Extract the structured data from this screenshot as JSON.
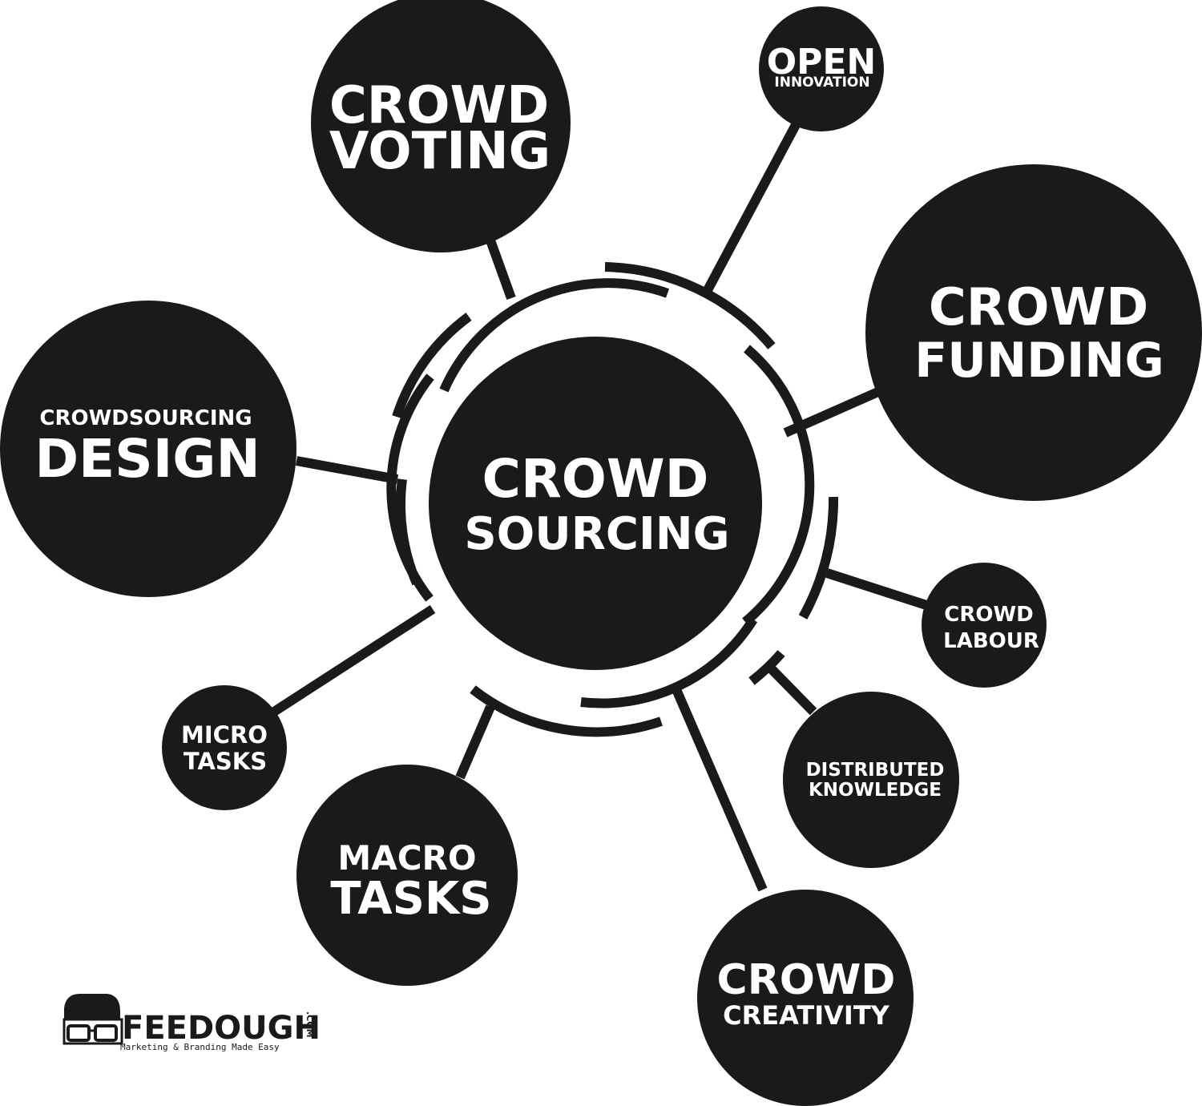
{
  "diagram": {
    "center": {
      "line1": "CROWD",
      "line2": "SOURCING"
    },
    "nodes": {
      "crowd_voting": {
        "line1": "CROWD",
        "line2": "VOTING"
      },
      "open_innovation": {
        "line1": "OPEN",
        "line2": "INNOVATION"
      },
      "crowd_funding": {
        "line1": "CROWD",
        "line2": "FUNDING"
      },
      "crowdsourcing_design": {
        "line1": "CROWDSOURCING",
        "line2": "DESIGN"
      },
      "crowd_labour": {
        "line1": "CROWD",
        "line2": "LABOUR"
      },
      "distributed_knowledge": {
        "line1": "DISTRIBUTED",
        "line2": "KNOWLEDGE"
      },
      "micro_tasks": {
        "line1": "MICRO",
        "line2": "TASKS"
      },
      "macro_tasks": {
        "line1": "MACRO",
        "line2": "TASKS"
      },
      "crowd_creativity": {
        "line1": "CROWD",
        "line2": "CREATIVITY"
      }
    }
  },
  "logo": {
    "name": "FEEDOUGH",
    "suffix": ".COM",
    "tagline": "Marketing & Branding Made Easy"
  },
  "colors": {
    "ink": "#1a1a1a",
    "background": "#ffffff",
    "text_on_ink": "#ffffff"
  },
  "icons": {
    "logo_mascot": "glasses-face-icon"
  }
}
